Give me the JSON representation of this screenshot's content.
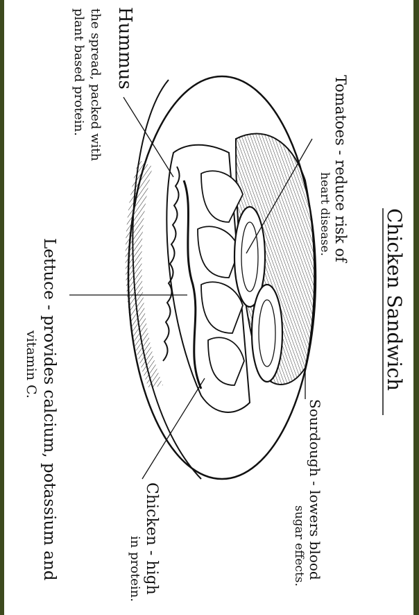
{
  "title": "Chicken Sandwich",
  "labels": {
    "hummus_title": "Hummus",
    "hummus_line1": "the spread, packed with",
    "hummus_line2": "plant based protein.",
    "tomatoes_line1": "Tomatoes - reduce risk of",
    "tomatoes_line2": "heart disease.",
    "lettuce_line1": "Lettuce - provides calcium, potassium and",
    "lettuce_line2": "vitamin C.",
    "sourdough_line1": "Sourdough - lowers blood",
    "sourdough_line2": "sugar effects.",
    "chicken_line1": "Chicken - high",
    "chicken_line2": "in protein."
  },
  "colors": {
    "border": "#3d4a1e",
    "ink": "#111111"
  }
}
